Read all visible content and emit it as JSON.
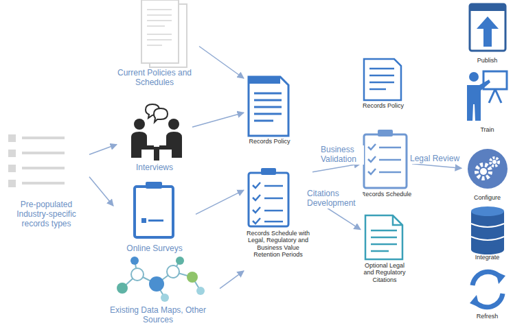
{
  "diagram": {
    "nodes": [
      {
        "text": [
          "Pre-populated Industry-specific records types"
        ]
      },
      {
        "text": [
          "Current Policies and Schedules"
        ]
      },
      {
        "text": [
          "Interviews"
        ]
      },
      {
        "text": [
          "Online Surveys"
        ]
      },
      {
        "text": [
          "Existing Data Maps, Other Sources"
        ]
      },
      {
        "text": [
          "Records Policy"
        ]
      },
      {
        "text": [
          "Records Schedule with Legal, Regulatory and Business Value Retention Periods"
        ]
      },
      {
        "text": [
          "Records Policy"
        ]
      },
      {
        "text": [
          "Records Schedule"
        ]
      },
      {
        "text": [
          "Optional Legal and Regulatory Citations"
        ]
      },
      {
        "text": [
          "Publish"
        ]
      },
      {
        "text": [
          "Train"
        ]
      },
      {
        "text": [
          "Configure"
        ]
      },
      {
        "text": [
          "Integrate"
        ]
      },
      {
        "text": [
          "Refresh"
        ]
      }
    ],
    "edges": [
      {
        "from": 0,
        "to": 2,
        "arrow": "to"
      },
      {
        "from": 0,
        "to": 3,
        "arrow": "to"
      },
      {
        "from": 1,
        "to": 5,
        "arrow": "to"
      },
      {
        "from": 2,
        "to": 5,
        "arrow": "to"
      },
      {
        "from": 3,
        "to": 6,
        "arrow": "to"
      },
      {
        "from": 4,
        "to": 6,
        "arrow": "to"
      },
      {
        "from": 6,
        "to": 8,
        "label": "Business Validation",
        "arrow": "to"
      },
      {
        "from": 6,
        "to": 9,
        "label": "Citations Development",
        "arrow": "to"
      },
      {
        "from": 8,
        "to": 12,
        "label": "Legal Review",
        "arrow": "to"
      }
    ]
  }
}
